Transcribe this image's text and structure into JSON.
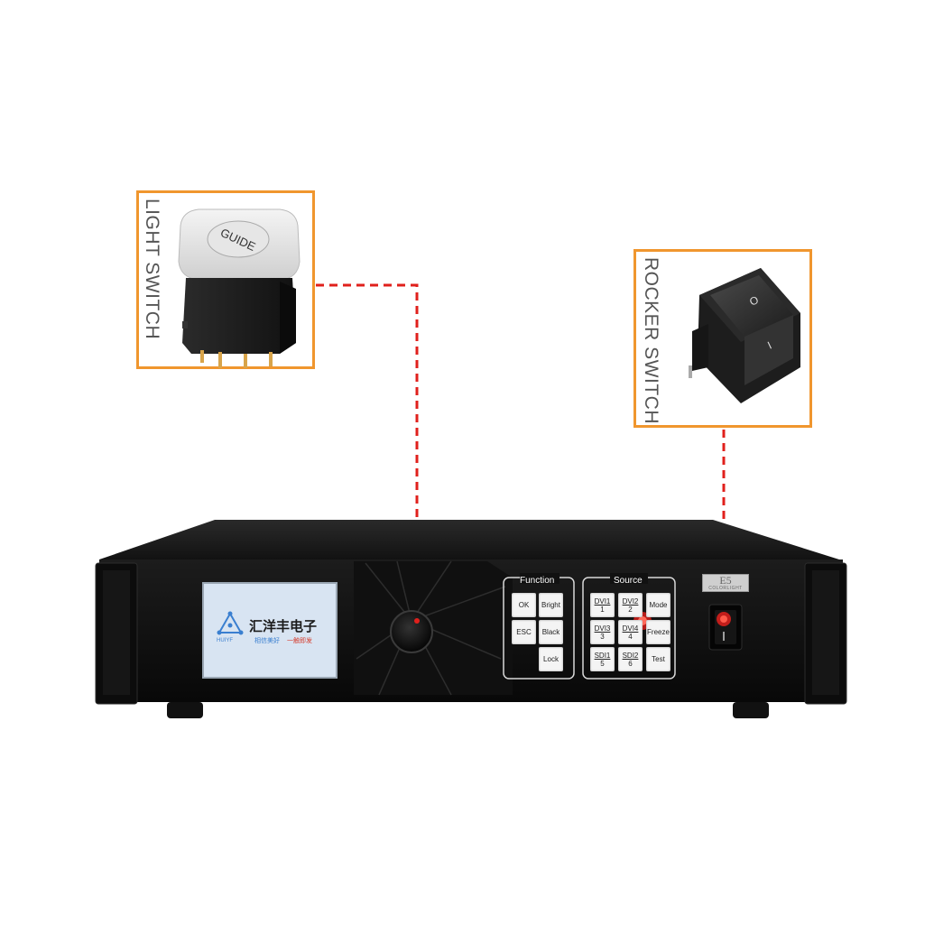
{
  "callouts": {
    "light_switch": {
      "label": "LIGHT SWITCH",
      "cap_text": "GUIDE"
    },
    "rocker_switch": {
      "label": "ROCKER SWITCH"
    }
  },
  "device": {
    "screen": {
      "brand_cn": "汇洋丰电子",
      "brand_en": "HUIYF",
      "slogan_a": "相信美好",
      "slogan_b": "一触即发"
    },
    "function_panel": {
      "title": "Function",
      "keys": [
        "OK",
        "Bright",
        "ESC",
        "Black",
        "Lock"
      ]
    },
    "source_panel": {
      "title": "Source",
      "keys": [
        {
          "top": "DVI1",
          "bottom": "1"
        },
        {
          "top": "DVI2",
          "bottom": "2"
        },
        {
          "top": "Mode",
          "bottom": ""
        },
        {
          "top": "DVI3",
          "bottom": "3"
        },
        {
          "top": "DVI4",
          "bottom": "4"
        },
        {
          "top": "Freeze",
          "bottom": ""
        },
        {
          "top": "SDI1",
          "bottom": "5"
        },
        {
          "top": "SDI2",
          "bottom": "6"
        },
        {
          "top": "Test",
          "bottom": ""
        }
      ]
    },
    "badge": {
      "model": "E5",
      "brand": "COLORLIGHT"
    }
  },
  "colors": {
    "callout_border": "#f0962e",
    "connector": "#e0201c",
    "chassis": "#151515",
    "screen": "#d8e4f2"
  }
}
